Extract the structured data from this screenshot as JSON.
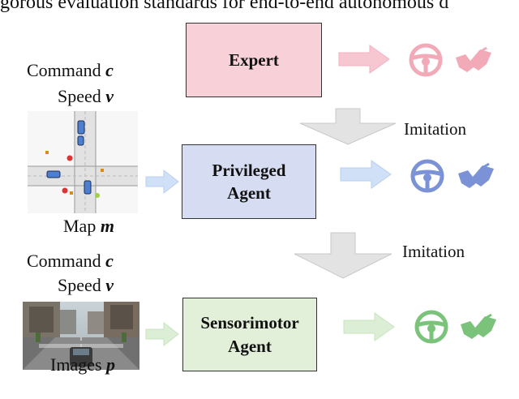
{
  "header_text": "gorous evaluation standards for end-to-end autonomous d",
  "inputs_top": {
    "command_label": "Command",
    "command_symbol": "c",
    "speed_label": "Speed",
    "speed_symbol": "v",
    "map_label": "Map",
    "map_symbol": "m"
  },
  "inputs_bottom": {
    "command_label": "Command",
    "command_symbol": "c",
    "speed_label": "Speed",
    "speed_symbol": "v",
    "images_label": "Images",
    "images_symbol": "p"
  },
  "boxes": {
    "expert": "Expert",
    "privileged": "Privileged\nAgent",
    "sensorimotor": "Sensorimotor\nAgent"
  },
  "imitation_labels": [
    "Imitation",
    "Imitation"
  ],
  "colors": {
    "expert": "#f7d0d8",
    "expert_icon": "#f2a9b8",
    "privileged": "#d6dcf2",
    "privileged_icon": "#7b93d6",
    "sensorimotor": "#e3f0d9",
    "sensorimotor_icon": "#7bc37a",
    "down_arrow": "#e3e3e3"
  },
  "icons": [
    "steering-wheel-icon",
    "joystick-icon"
  ]
}
